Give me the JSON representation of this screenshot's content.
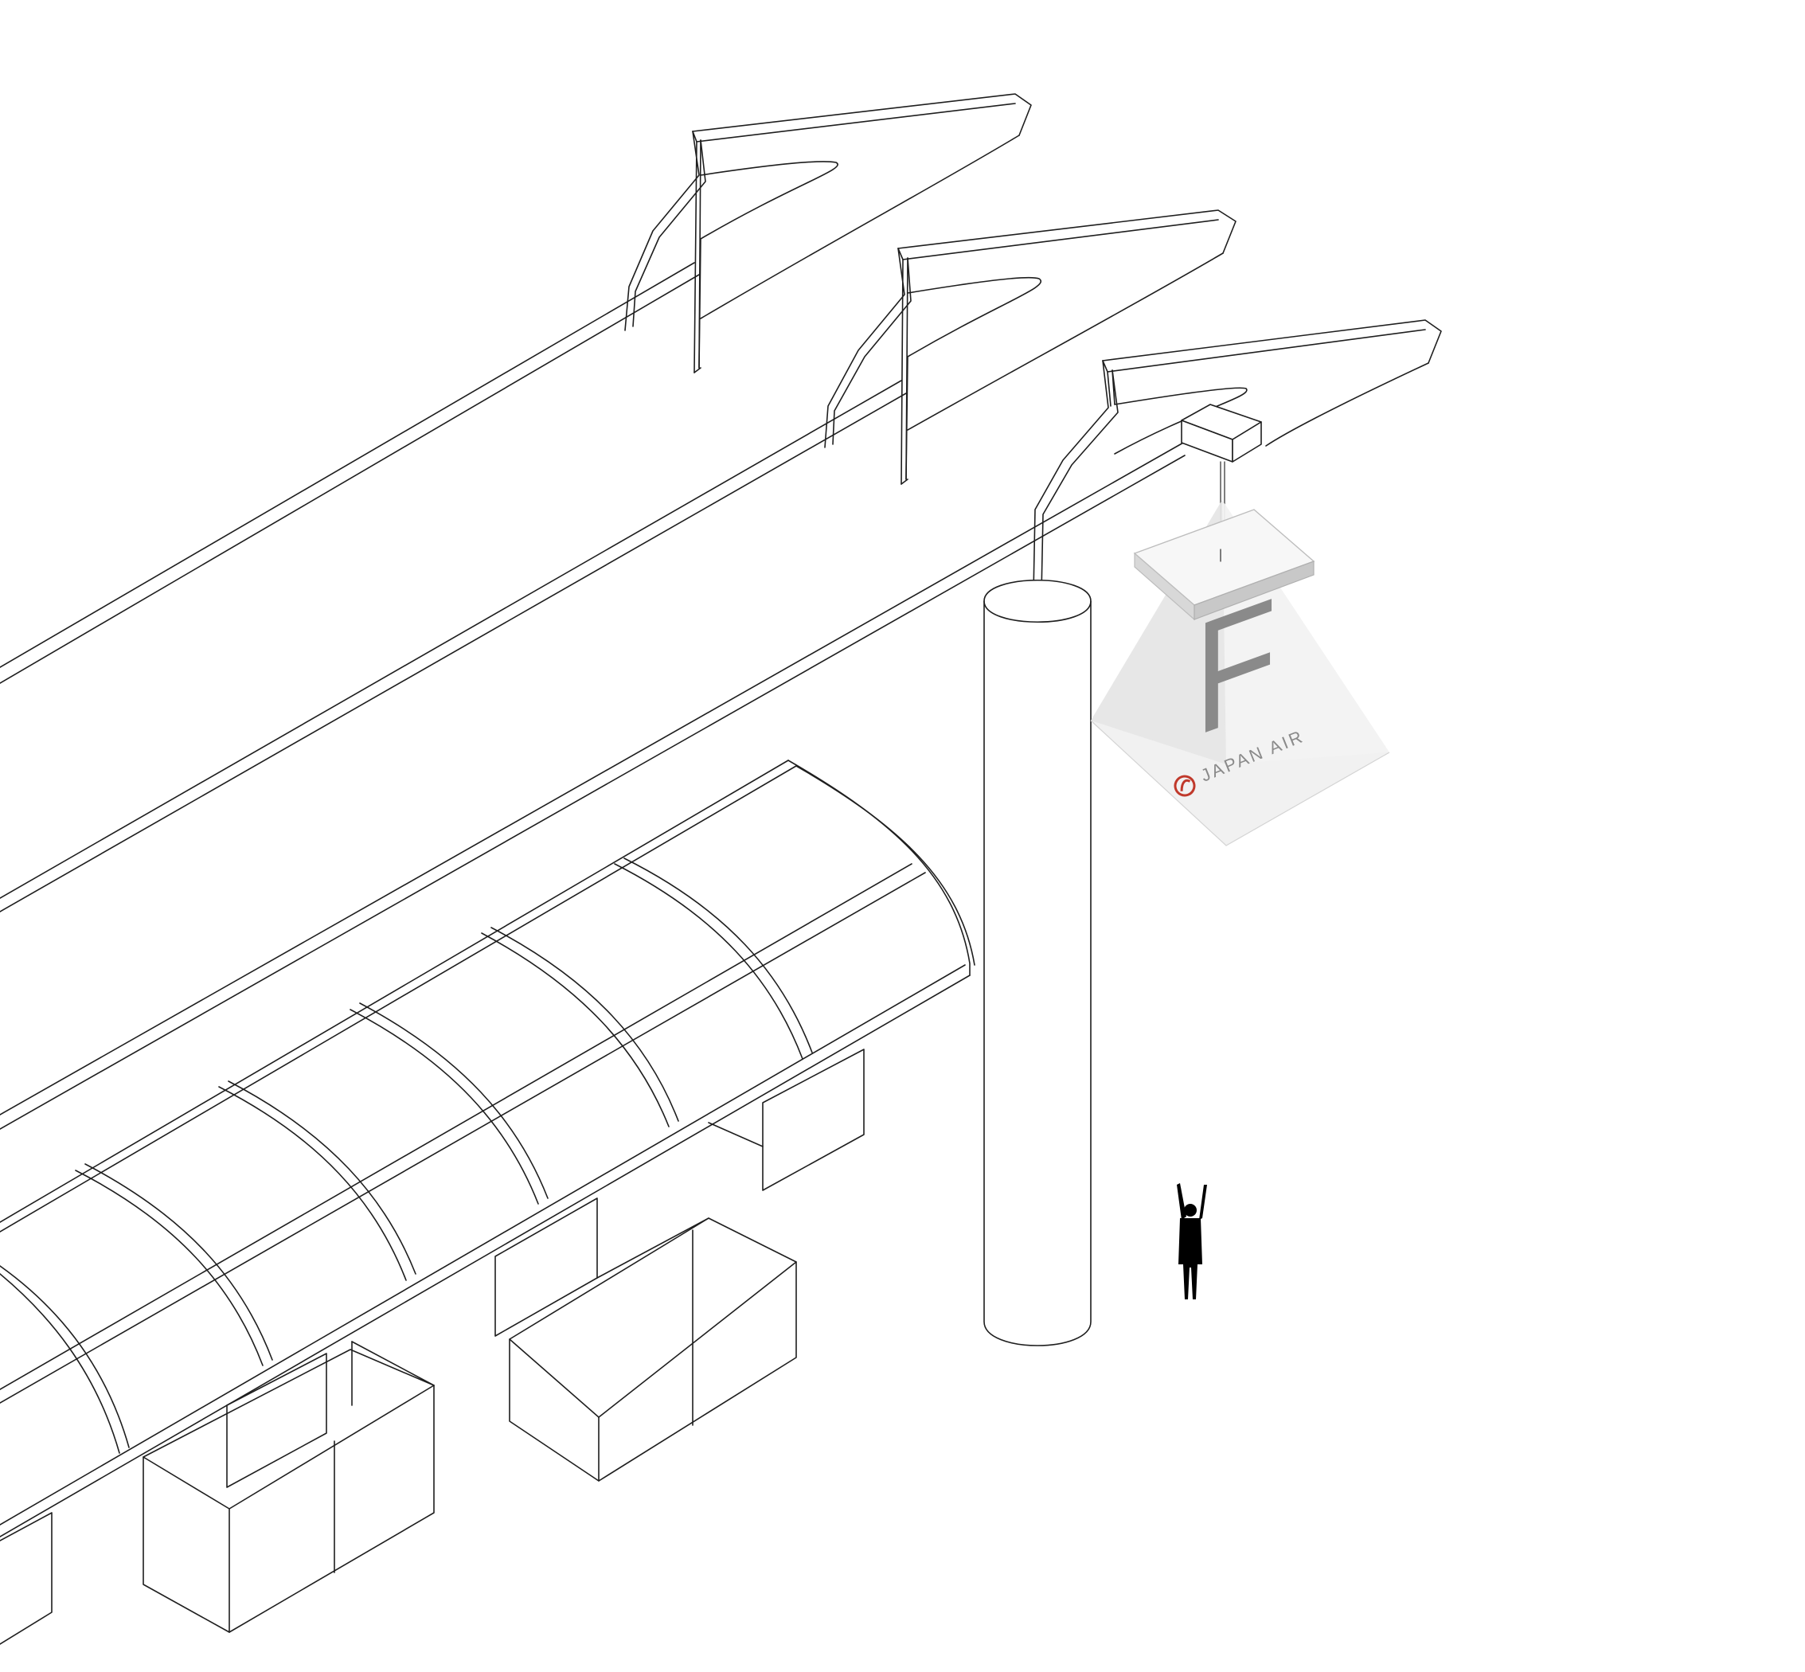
{
  "diagram": {
    "kind": "isometric architectural line drawing",
    "colors": {
      "linework": "#1e1e1e",
      "background": "#ffffff",
      "sign_glass": "#dcdcdc",
      "sign_letter": "#8a8a8a",
      "brand_accent": "#c0392b",
      "figure": "#000000"
    },
    "sign": {
      "letter": "F",
      "airline_name": "JAPAN AIR",
      "logo_icon": "crane-emblem-icon"
    },
    "scale_figure_icon": "human-figure-icon"
  }
}
